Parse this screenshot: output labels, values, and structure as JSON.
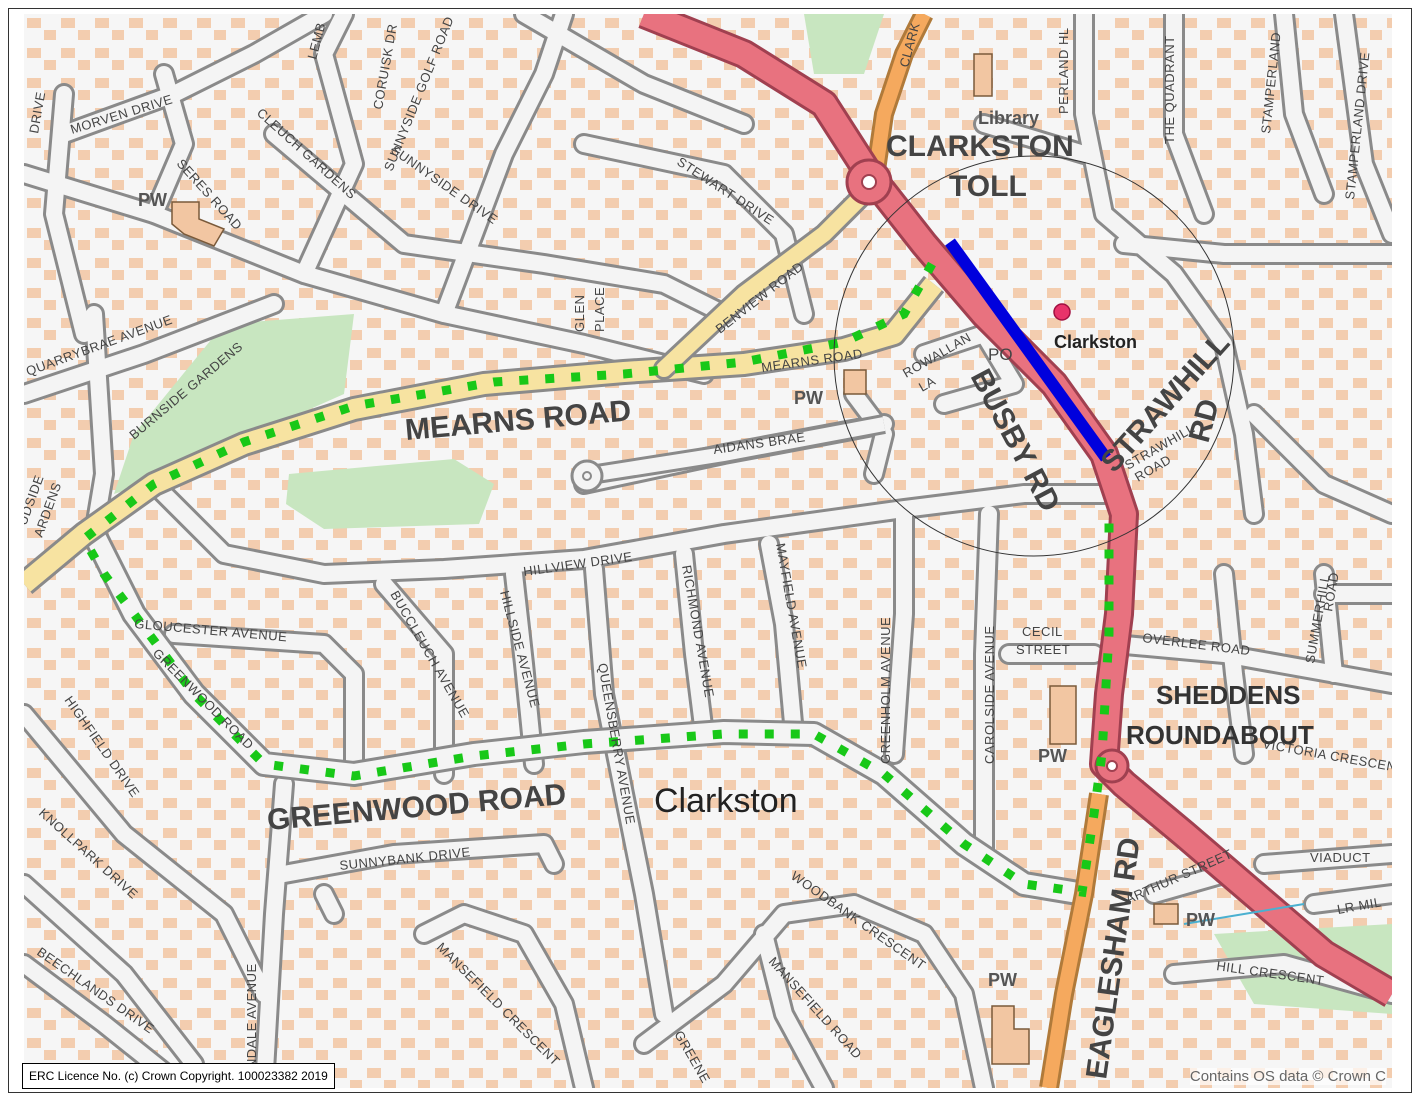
{
  "map": {
    "places": {
      "clarkston_toll_1": "CLARKSTON",
      "clarkston_toll_2": "TOLL",
      "sheddens_1": "SHEDDENS",
      "sheddens_2": "ROUNDABOUT",
      "town": "Clarkston",
      "station": "Clarkston",
      "library": "Library",
      "post_office": "PO"
    },
    "major_roads": {
      "mearns_road": "MEARNS ROAD",
      "greenwood_road": "GREENWOOD ROAD",
      "busby_rd": "BUSBY RD",
      "strawhill_rd_1": "STRAWHILL",
      "strawhill_rd_2": "RD",
      "eaglesham_rd": "EAGLESHAM RD"
    },
    "streets": {
      "morven_drive": "MORVEN DRIVE",
      "drive_left": "DRIVE",
      "cleuch_gardens": "CLEUCH GARDENS",
      "seres_road": "SERES ROAD",
      "coruisk_dr": "CORUISK DR",
      "lembo": "LEMB",
      "sunnyside_golf_road": "SUNNYSIDE GOLF ROAD",
      "sunnyside_drive": "SUNNYSIDE DRIVE",
      "stewart_drive": "STEWART DRIVE",
      "benview_road": "BENVIEW ROAD",
      "glen_place_1": "GLEN",
      "glen_place_2": "PLACE",
      "clark": "CLARK",
      "quarrybrae_avenue": "QUARRYBRAE AVENUE",
      "burnside_gardens": "BURNSIDE GARDENS",
      "mearns_road_small": "MEARNS ROAD",
      "aidans_brae": "AIDANS BRAE",
      "rowallan_la_1": "ROWALLAN",
      "rowallan_la_2": "LA",
      "strawhill_road_small_1": "STRAWHILL",
      "strawhill_road_small_2": "ROAD",
      "hillview_drive": "HILLVIEW DRIVE",
      "buccleuch_avenue": "BUCCLEUCH AVENUE",
      "hillside_avenue": "HILLSIDE AVENUE",
      "richmond_avenue": "RICHMOND AVENUE",
      "mayfield_avenue": "MAYFIELD AVENUE",
      "greenholm_avenue": "GREENHOLM AVENUE",
      "carolside_avenue": "CAROLSIDE AVENUE",
      "cecil_street_1": "CECIL",
      "cecil_street_2": "STREET",
      "overlee_road": "OVERLEE ROAD",
      "summerhill_road_1": "SUMMERHILL",
      "summerhill_road_2": "ROAD",
      "victoria_crescent": "VICTORIA CRESCENT",
      "gloucester_avenue": "GLOUCESTER AVENUE",
      "greenwood_road_small": "GREENWOOD ROAD",
      "highfield_drive": "HIGHFIELD DRIVE",
      "knollpark_drive": "KNOLLPARK DRIVE",
      "beechlands_drive": "BEECHLANDS DRIVE",
      "sunnybank_drive": "SUNNYBANK DRIVE",
      "queensberry_avenue": "QUEENSBERRY AVENUE",
      "woodbank_crescent": "WOODBANK CRESCENT",
      "mansefield_crescent": "MANSEFIELD CRESCENT",
      "mansefield_road": "MANSEFIELD ROAD",
      "greene": "GREENE",
      "undale_avenue": "UNDALE AVENUE",
      "arthur_street": "ARTHUR STREET",
      "viaduct": "VIADUCT",
      "lr_mil": "LR MIL",
      "hill_crescent": "HILL CRESCENT",
      "the_quadrant": "THE QUADRANT",
      "perland_hl": "PERLAND HL",
      "stamperland": "STAMPERLAND",
      "stamperland_drive": "STAMPERLAND DRIVE",
      "dside_gardens_1": "UDSIDE",
      "dside_gardens_2": "ARDENS"
    },
    "pw": "PW",
    "colors": {
      "a_road": "#e8727f",
      "b_road": "#f5a95e",
      "minor_road_fill": "#f4f4f4",
      "minor_road_casing": "#8a8a8a",
      "building": "#f2c6a2",
      "green": "#c8e6c0",
      "highlight_route": "#0000dd",
      "dotted_route": "#18c818",
      "mearns_fill": "#f7e3a1",
      "station_marker": "#e8336a"
    }
  },
  "licence": "ERC Licence No. (c) Crown Copyright. 100023382 2019",
  "attribution": "Contains OS data © Crown C"
}
